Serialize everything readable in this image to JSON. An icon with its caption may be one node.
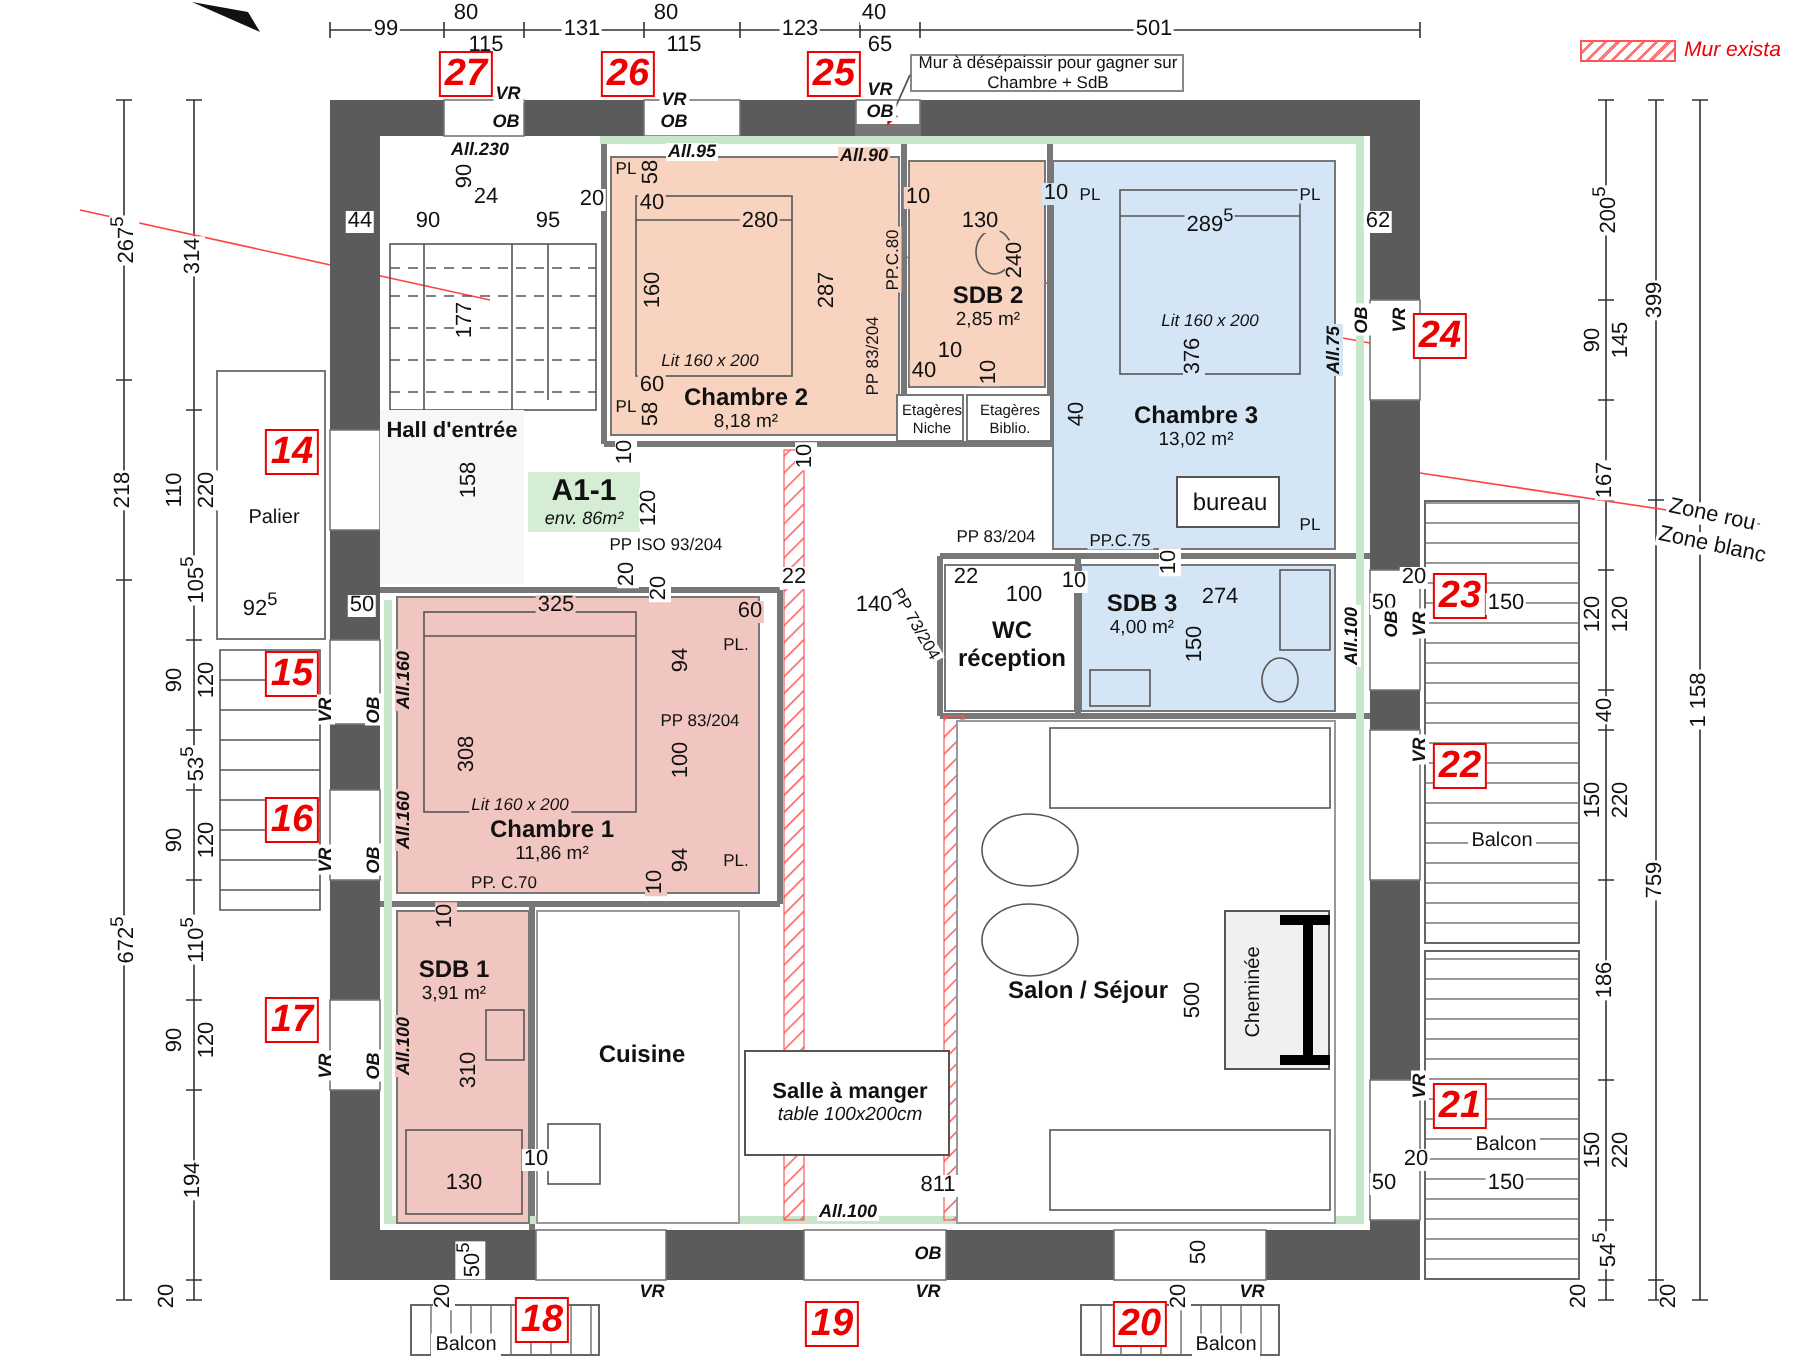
{
  "diagram": {
    "nodes": [
      {
        "text": [
          "Mur à désépaissir pour gagner sur Chambre + SdB"
        ]
      },
      {
        "text": [
          "Chambre 2",
          "8,18 m²"
        ]
      },
      {
        "text": [
          "SDB 2",
          "2,85 m²"
        ]
      },
      {
        "text": [
          "Chambre 3",
          "13,02 m²"
        ]
      },
      {
        "text": [
          "Etagères Niche"
        ]
      },
      {
        "text": [
          "Etagères Biblio."
        ]
      },
      {
        "text": [
          "Hall d'entrée"
        ]
      },
      {
        "text": [
          "Palier"
        ]
      },
      {
        "text": [
          "A1-1",
          "env. 86m²"
        ]
      },
      {
        "text": [
          "bureau"
        ],
        "in": 3
      },
      {
        "text": [
          "WC réception"
        ]
      },
      {
        "text": [
          "SDB 3",
          "4,00 m²"
        ]
      },
      {
        "text": [
          "Chambre 1",
          "11,86 m²"
        ]
      },
      {
        "text": [
          "SDB 1",
          "3,91 m²"
        ]
      },
      {
        "text": [
          "Cuisine"
        ]
      },
      {
        "text": [
          "Salle à manger",
          "table 100x200cm"
        ]
      },
      {
        "text": [
          "Salon / Séjour"
        ]
      },
      {
        "text": [
          "Cheminée"
        ],
        "in": 16
      },
      {
        "text": [
          "Balcon"
        ]
      },
      {
        "text": [
          "Balcon"
        ]
      },
      {
        "text": [
          "Balcon"
        ]
      },
      {
        "text": [
          "Balcon"
        ]
      },
      {
        "text": [],
        "shape": "box"
      }
    ],
    "edges": [
      {
        "from": 0,
        "to": 22,
        "arrow": "to"
      }
    ],
    "labels": [
      "99",
      "80",
      "115",
      "131",
      "80",
      "115",
      "123",
      "40",
      "65",
      "501",
      "27",
      "VR",
      "OB",
      "All.230",
      "26",
      "VR",
      "OB",
      "All.95",
      "25",
      "VR",
      "OB",
      "All.90",
      "24",
      "90",
      "44",
      "90",
      "95",
      "20",
      "177",
      "158",
      "PL",
      "58",
      "40",
      "PL",
      "60",
      "58",
      "280",
      "160",
      "287",
      "Lit 160 x 200",
      "10",
      "10",
      "PP.C.80",
      "PP 83/204",
      "10",
      "130",
      "10",
      "PL",
      "240",
      "10",
      "40",
      "10",
      "PL",
      "289$^{5}$",
      "62",
      "Lit 160 x 200",
      "376",
      "40",
      "All.75",
      "OB",
      "VR",
      "24",
      "PL",
      "PP.C.75",
      "10",
      "PP ISO 93/204",
      "120",
      "20",
      "20",
      "PP 83/204",
      "92$^{5}$",
      "50",
      "325",
      "60",
      "140",
      "22",
      "22",
      "PP 73/204",
      "100",
      "10",
      "274",
      "150",
      "50",
      "20",
      "23",
      "150",
      "All.100",
      "OB",
      "VR",
      "14",
      "15",
      "VR",
      "OB",
      "All.160",
      "16",
      "VR",
      "OB",
      "All.160",
      "PL.",
      "94",
      "PP 83/204",
      "308",
      "100",
      "Lit 160 x 200",
      "94",
      "PL.",
      "10",
      "PP. C.70",
      "10",
      "VR",
      "22",
      "17",
      "VR",
      "OB",
      "All.100",
      "310",
      "10",
      "130",
      "50$^{5}$",
      "20",
      "811",
      "All.100",
      "OB",
      "VR",
      "VR",
      "VR",
      "500",
      "50",
      "20",
      "21",
      "VR",
      "20",
      "50",
      "150",
      "18",
      "19",
      "20",
      "267$^{5}$",
      "314",
      "218",
      "110",
      "220",
      "105$^{5}$",
      "90",
      "120",
      "53$^{5}$",
      "90",
      "120",
      "672$^{5}$",
      "110$^{5}$",
      "90",
      "120",
      "194",
      "20",
      "200$^{5}$",
      "399",
      "90",
      "145",
      "167",
      "120",
      "120",
      "40",
      "1 158",
      "150",
      "220",
      "759",
      "186",
      "150",
      "220",
      "54$^{5}$",
      "20",
      "20",
      "Zone rou",
      "Zone blanc"
    ],
    "legend": [
      {
        "text": "Mur exista"
      }
    ]
  }
}
